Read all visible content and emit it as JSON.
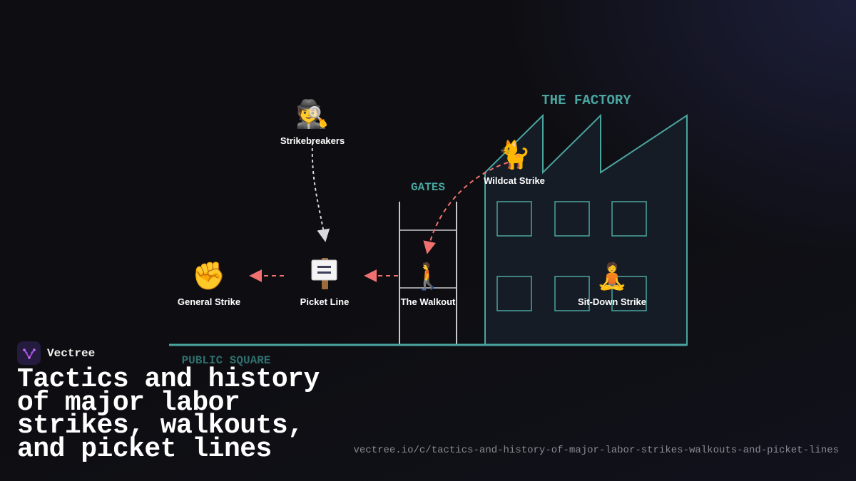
{
  "diagram": {
    "areas": {
      "factory": "THE FACTORY",
      "gates": "GATES",
      "public_square": "PUBLIC SQUARE"
    },
    "nodes": [
      {
        "id": "strikebreakers",
        "label": "Strikebreakers",
        "emoji": "🕵️"
      },
      {
        "id": "wildcat",
        "label": "Wildcat Strike",
        "emoji": "🐈"
      },
      {
        "id": "general",
        "label": "General Strike",
        "emoji": "✊"
      },
      {
        "id": "picket",
        "label": "Picket Line",
        "emoji": "🪧"
      },
      {
        "id": "walkout",
        "label": "The Walkout",
        "emoji": "🚶"
      },
      {
        "id": "sitdown",
        "label": "Sit-Down Strike",
        "emoji": "🧘"
      }
    ],
    "edges": [
      {
        "from": "strikebreakers",
        "to": "picket",
        "color": "#d8d8dc"
      },
      {
        "from": "wildcat",
        "to": "walkout",
        "color": "#f07070"
      },
      {
        "from": "walkout",
        "to": "picket",
        "color": "#f07070"
      },
      {
        "from": "picket",
        "to": "general",
        "color": "#f07070"
      }
    ],
    "colors": {
      "teal": "#4aa5a0",
      "label_teal": "#4aa5a0",
      "public_square": "#2f6f6e",
      "red_arrow": "#f07070",
      "grey_arrow": "#d8d8dc",
      "factory_fill": "#161c26"
    }
  },
  "brand": {
    "name": "Vectree"
  },
  "title": "Tactics and history of major labor strikes, walkouts, and picket lines",
  "url": "vectree.io/c/tactics-and-history-of-major-labor-strikes-walkouts-and-picket-lines"
}
